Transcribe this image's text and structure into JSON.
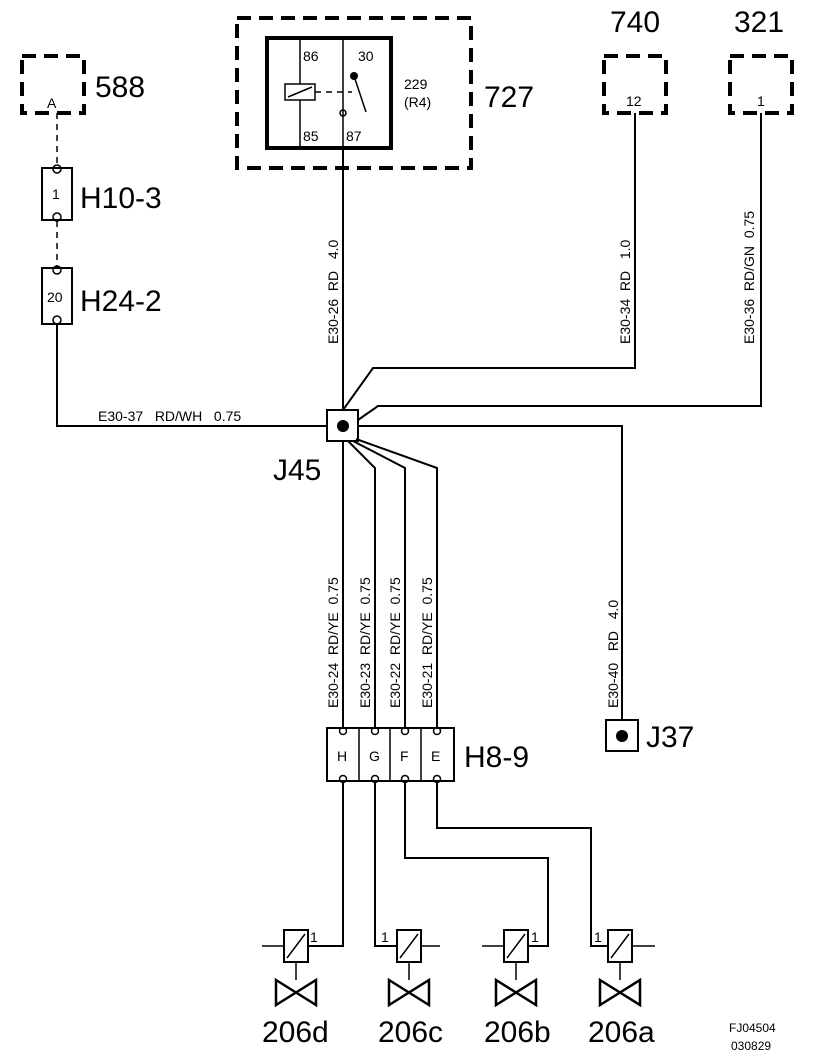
{
  "components": {
    "c588": {
      "id": "588",
      "pin": "A"
    },
    "c727": {
      "id": "727",
      "pin86": "86",
      "pin30": "30",
      "pin85": "85",
      "pin87": "87",
      "relay": "229",
      "relay_ref": "(R4)"
    },
    "c740": {
      "id": "740",
      "pin": "12"
    },
    "c321": {
      "id": "321",
      "pin": "1"
    },
    "h10": {
      "id": "H10-3",
      "pin": "1"
    },
    "h24": {
      "id": "H24-2",
      "pin": "20"
    },
    "j45": {
      "id": "J45"
    },
    "j37": {
      "id": "J37"
    },
    "h8": {
      "id": "H8-9",
      "pins": [
        "H",
        "G",
        "F",
        "E"
      ]
    },
    "valves": [
      {
        "id": "206d",
        "pin": "1"
      },
      {
        "id": "206c",
        "pin": "1"
      },
      {
        "id": "206b",
        "pin": "1"
      },
      {
        "id": "206a",
        "pin": "1"
      }
    ]
  },
  "wires": {
    "w26": "E30-26  RD   4.0",
    "w34": "E30-34  RD   1.0",
    "w36": "E30-36  RD/GN  0.75",
    "w37": "E30-37   RD/WH   0.75",
    "w24": "E30-24  RD/YE  0.75",
    "w23": "E30-23  RD/YE  0.75",
    "w22": "E30-22  RD/YE  0.75",
    "w21": "E30-21  RD/YE  0.75",
    "w40": "E30-40   RD   4.0"
  },
  "footer": {
    "code": "FJ04504",
    "date": "030829"
  }
}
